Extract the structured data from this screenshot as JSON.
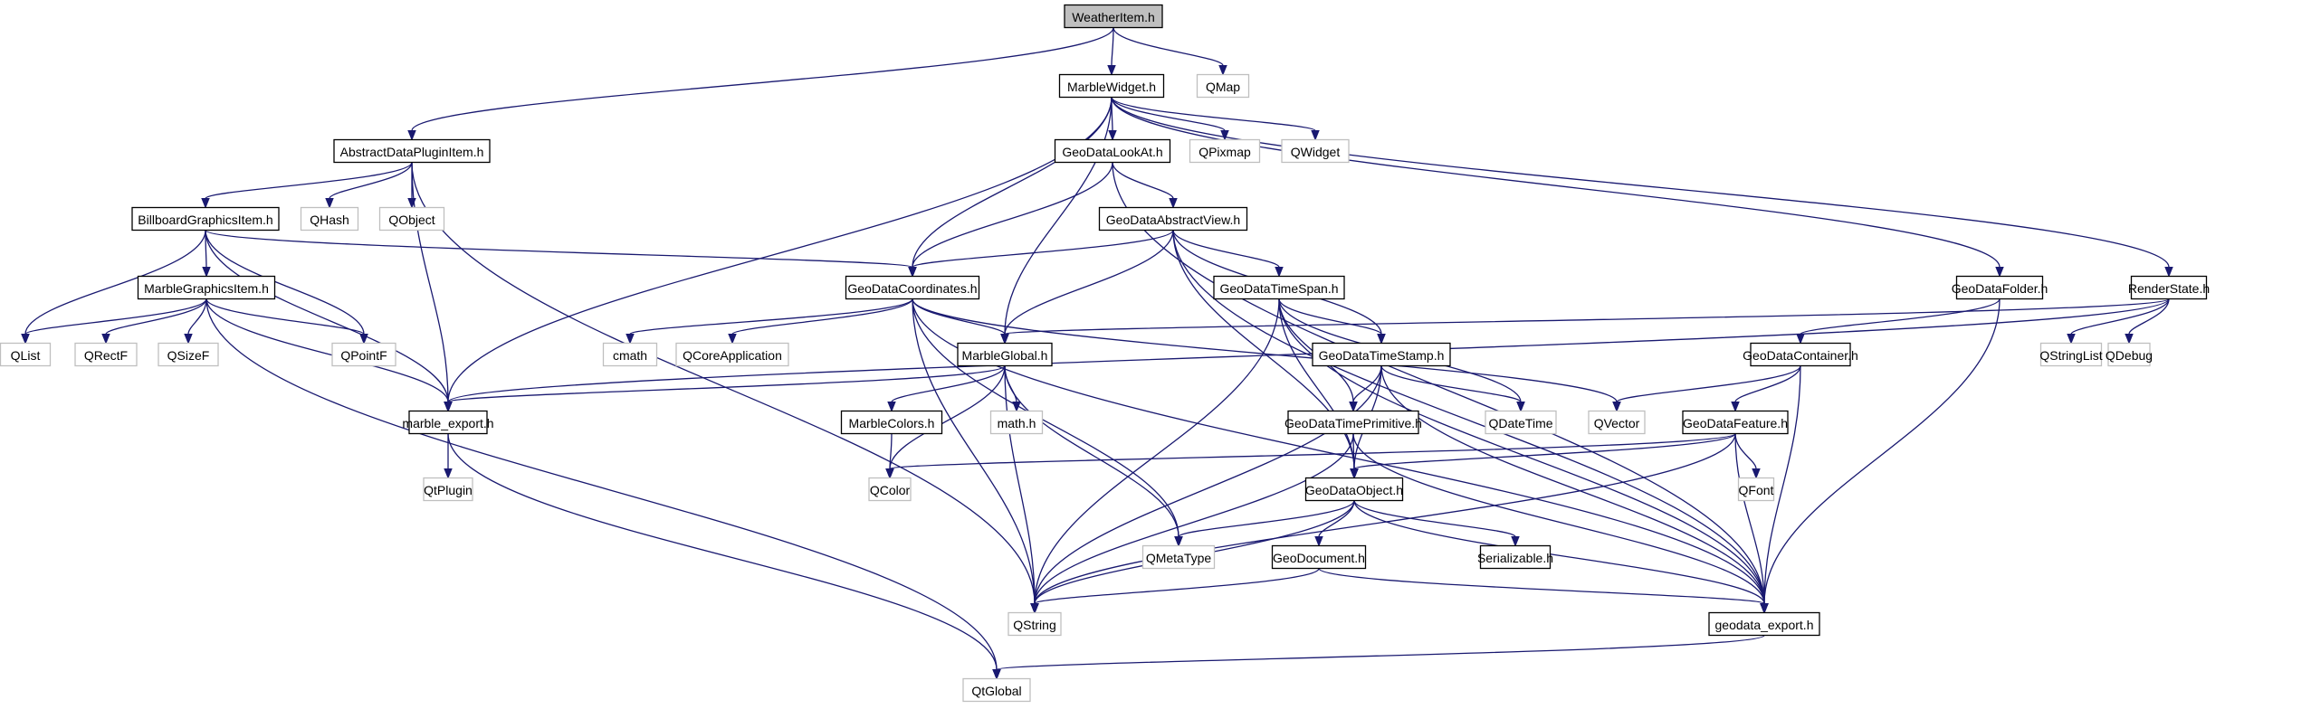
{
  "title": "WeatherItem.h include dependency graph",
  "colors": {
    "edge": "#191970",
    "root_fill": "#bfbfbf",
    "internal_border": "#000000",
    "external_border": "#bfbfbf"
  },
  "nodes": [
    {
      "id": "WeatherItem",
      "label": "WeatherItem.h",
      "kind": "root"
    },
    {
      "id": "MarbleWidget",
      "label": "MarbleWidget.h",
      "kind": "internal"
    },
    {
      "id": "QMap",
      "label": "QMap",
      "kind": "external"
    },
    {
      "id": "AbstractDataPluginItem",
      "label": "AbstractDataPluginItem.h",
      "kind": "internal"
    },
    {
      "id": "GeoDataLookAt",
      "label": "GeoDataLookAt.h",
      "kind": "internal"
    },
    {
      "id": "QPixmap",
      "label": "QPixmap",
      "kind": "external"
    },
    {
      "id": "QWidget",
      "label": "QWidget",
      "kind": "external"
    },
    {
      "id": "BillboardGraphicsItem",
      "label": "BillboardGraphicsItem.h",
      "kind": "internal"
    },
    {
      "id": "QHash",
      "label": "QHash",
      "kind": "external"
    },
    {
      "id": "QObject",
      "label": "QObject",
      "kind": "external"
    },
    {
      "id": "GeoDataAbstractView",
      "label": "GeoDataAbstractView.h",
      "kind": "internal"
    },
    {
      "id": "MarbleGraphicsItem",
      "label": "MarbleGraphicsItem.h",
      "kind": "internal"
    },
    {
      "id": "GeoDataCoordinates",
      "label": "GeoDataCoordinates.h",
      "kind": "internal"
    },
    {
      "id": "GeoDataTimeSpan",
      "label": "GeoDataTimeSpan.h",
      "kind": "internal"
    },
    {
      "id": "GeoDataFolder",
      "label": "GeoDataFolder.h",
      "kind": "internal"
    },
    {
      "id": "RenderState",
      "label": "RenderState.h",
      "kind": "internal"
    },
    {
      "id": "QList",
      "label": "QList",
      "kind": "external"
    },
    {
      "id": "QRectF",
      "label": "QRectF",
      "kind": "external"
    },
    {
      "id": "QSizeF",
      "label": "QSizeF",
      "kind": "external"
    },
    {
      "id": "QPointF",
      "label": "QPointF",
      "kind": "external"
    },
    {
      "id": "cmath",
      "label": "cmath",
      "kind": "external"
    },
    {
      "id": "QCoreApplication",
      "label": "QCoreApplication",
      "kind": "external"
    },
    {
      "id": "MarbleGlobal",
      "label": "MarbleGlobal.h",
      "kind": "internal"
    },
    {
      "id": "GeoDataTimeStamp",
      "label": "GeoDataTimeStamp.h",
      "kind": "internal"
    },
    {
      "id": "GeoDataContainer",
      "label": "GeoDataContainer.h",
      "kind": "internal"
    },
    {
      "id": "QStringList",
      "label": "QStringList",
      "kind": "external"
    },
    {
      "id": "QDebug",
      "label": "QDebug",
      "kind": "external"
    },
    {
      "id": "marble_export",
      "label": "marble_export.h",
      "kind": "internal"
    },
    {
      "id": "MarbleColors",
      "label": "MarbleColors.h",
      "kind": "internal"
    },
    {
      "id": "mathh",
      "label": "math.h",
      "kind": "external"
    },
    {
      "id": "GeoDataTimePrimitive",
      "label": "GeoDataTimePrimitive.h",
      "kind": "internal"
    },
    {
      "id": "QDateTime",
      "label": "QDateTime",
      "kind": "external"
    },
    {
      "id": "QVector",
      "label": "QVector",
      "kind": "external"
    },
    {
      "id": "GeoDataFeature",
      "label": "GeoDataFeature.h",
      "kind": "internal"
    },
    {
      "id": "QtPlugin",
      "label": "QtPlugin",
      "kind": "external"
    },
    {
      "id": "QColor",
      "label": "QColor",
      "kind": "external"
    },
    {
      "id": "GeoDataObject",
      "label": "GeoDataObject.h",
      "kind": "internal"
    },
    {
      "id": "QFont",
      "label": "QFont",
      "kind": "external"
    },
    {
      "id": "QMetaType",
      "label": "QMetaType",
      "kind": "external"
    },
    {
      "id": "GeoDocument",
      "label": "GeoDocument.h",
      "kind": "internal"
    },
    {
      "id": "Serializable",
      "label": "Serializable.h",
      "kind": "internal"
    },
    {
      "id": "QString",
      "label": "QString",
      "kind": "external"
    },
    {
      "id": "geodata_export",
      "label": "geodata_export.h",
      "kind": "internal"
    },
    {
      "id": "QtGlobal",
      "label": "QtGlobal",
      "kind": "external"
    }
  ],
  "edges": [
    [
      "WeatherItem",
      "AbstractDataPluginItem"
    ],
    [
      "WeatherItem",
      "MarbleWidget"
    ],
    [
      "WeatherItem",
      "QMap"
    ],
    [
      "MarbleWidget",
      "GeoDataLookAt"
    ],
    [
      "MarbleWidget",
      "QPixmap"
    ],
    [
      "MarbleWidget",
      "QWidget"
    ],
    [
      "MarbleWidget",
      "GeoDataCoordinates"
    ],
    [
      "MarbleWidget",
      "MarbleGlobal"
    ],
    [
      "MarbleWidget",
      "marble_export"
    ],
    [
      "MarbleWidget",
      "GeoDataFolder"
    ],
    [
      "MarbleWidget",
      "RenderState"
    ],
    [
      "AbstractDataPluginItem",
      "BillboardGraphicsItem"
    ],
    [
      "AbstractDataPluginItem",
      "QHash"
    ],
    [
      "AbstractDataPluginItem",
      "QObject"
    ],
    [
      "AbstractDataPluginItem",
      "marble_export"
    ],
    [
      "AbstractDataPluginItem",
      "QString"
    ],
    [
      "GeoDataLookAt",
      "GeoDataAbstractView"
    ],
    [
      "GeoDataLookAt",
      "GeoDataCoordinates"
    ],
    [
      "GeoDataLookAt",
      "geodata_export"
    ],
    [
      "BillboardGraphicsItem",
      "MarbleGraphicsItem"
    ],
    [
      "BillboardGraphicsItem",
      "QList"
    ],
    [
      "BillboardGraphicsItem",
      "QPointF"
    ],
    [
      "BillboardGraphicsItem",
      "marble_export"
    ],
    [
      "BillboardGraphicsItem",
      "GeoDataCoordinates"
    ],
    [
      "MarbleGraphicsItem",
      "QList"
    ],
    [
      "MarbleGraphicsItem",
      "QRectF"
    ],
    [
      "MarbleGraphicsItem",
      "QSizeF"
    ],
    [
      "MarbleGraphicsItem",
      "QPointF"
    ],
    [
      "MarbleGraphicsItem",
      "marble_export"
    ],
    [
      "MarbleGraphicsItem",
      "QtGlobal"
    ],
    [
      "GeoDataAbstractView",
      "GeoDataCoordinates"
    ],
    [
      "GeoDataAbstractView",
      "MarbleGlobal"
    ],
    [
      "GeoDataAbstractView",
      "GeoDataTimeSpan"
    ],
    [
      "GeoDataAbstractView",
      "GeoDataTimeStamp"
    ],
    [
      "GeoDataAbstractView",
      "GeoDataObject"
    ],
    [
      "GeoDataAbstractView",
      "geodata_export"
    ],
    [
      "GeoDataCoordinates",
      "cmath"
    ],
    [
      "GeoDataCoordinates",
      "QCoreApplication"
    ],
    [
      "GeoDataCoordinates",
      "MarbleGlobal"
    ],
    [
      "GeoDataCoordinates",
      "QMetaType"
    ],
    [
      "GeoDataCoordinates",
      "QVector"
    ],
    [
      "GeoDataCoordinates",
      "QString"
    ],
    [
      "GeoDataCoordinates",
      "geodata_export"
    ],
    [
      "GeoDataTimeSpan",
      "GeoDataTimeStamp"
    ],
    [
      "GeoDataTimeSpan",
      "GeoDataTimePrimitive"
    ],
    [
      "GeoDataTimeSpan",
      "QDateTime"
    ],
    [
      "GeoDataTimeSpan",
      "GeoDataObject"
    ],
    [
      "GeoDataTimeSpan",
      "QString"
    ],
    [
      "GeoDataTimeSpan",
      "geodata_export"
    ],
    [
      "GeoDataFolder",
      "GeoDataContainer"
    ],
    [
      "GeoDataFolder",
      "geodata_export"
    ],
    [
      "RenderState",
      "QStringList"
    ],
    [
      "RenderState",
      "QDebug"
    ],
    [
      "RenderState",
      "MarbleGlobal"
    ],
    [
      "RenderState",
      "marble_export"
    ],
    [
      "MarbleGlobal",
      "marble_export"
    ],
    [
      "MarbleGlobal",
      "MarbleColors"
    ],
    [
      "MarbleGlobal",
      "mathh"
    ],
    [
      "MarbleGlobal",
      "QColor"
    ],
    [
      "MarbleGlobal",
      "QString"
    ],
    [
      "MarbleGlobal",
      "QMetaType"
    ],
    [
      "GeoDataTimeStamp",
      "GeoDataTimePrimitive"
    ],
    [
      "GeoDataTimeStamp",
      "QDateTime"
    ],
    [
      "GeoDataTimeStamp",
      "GeoDataObject"
    ],
    [
      "GeoDataTimeStamp",
      "QString"
    ],
    [
      "GeoDataTimeStamp",
      "geodata_export"
    ],
    [
      "GeoDataContainer",
      "QVector"
    ],
    [
      "GeoDataContainer",
      "GeoDataFeature"
    ],
    [
      "GeoDataContainer",
      "geodata_export"
    ],
    [
      "marble_export",
      "QtPlugin"
    ],
    [
      "marble_export",
      "QtGlobal"
    ],
    [
      "MarbleColors",
      "QColor"
    ],
    [
      "GeoDataTimePrimitive",
      "GeoDataObject"
    ],
    [
      "GeoDataTimePrimitive",
      "QString"
    ],
    [
      "GeoDataTimePrimitive",
      "geodata_export"
    ],
    [
      "GeoDataFeature",
      "QColor"
    ],
    [
      "GeoDataFeature",
      "GeoDataObject"
    ],
    [
      "GeoDataFeature",
      "QFont"
    ],
    [
      "GeoDataFeature",
      "QString"
    ],
    [
      "GeoDataFeature",
      "geodata_export"
    ],
    [
      "GeoDataObject",
      "QMetaType"
    ],
    [
      "GeoDataObject",
      "GeoDocument"
    ],
    [
      "GeoDataObject",
      "Serializable"
    ],
    [
      "GeoDataObject",
      "QString"
    ],
    [
      "GeoDataObject",
      "geodata_export"
    ],
    [
      "GeoDocument",
      "QString"
    ],
    [
      "GeoDocument",
      "geodata_export"
    ],
    [
      "geodata_export",
      "QtGlobal"
    ]
  ]
}
